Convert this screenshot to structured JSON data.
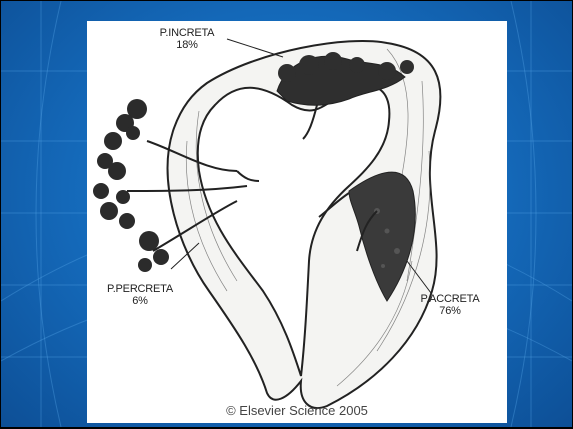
{
  "labels": {
    "increta": {
      "name": "P.INCRETA",
      "pct": "18%"
    },
    "percreta": {
      "name": "P.PERCRETA",
      "pct": "6%"
    },
    "accreta": {
      "name": "P.ACCRETA",
      "pct": "76%"
    }
  },
  "copyright": "© Elsevier Science 2005",
  "colors": {
    "slide_blue": "#1468b8",
    "figure_bg": "#ffffff",
    "ink": "#222222"
  }
}
